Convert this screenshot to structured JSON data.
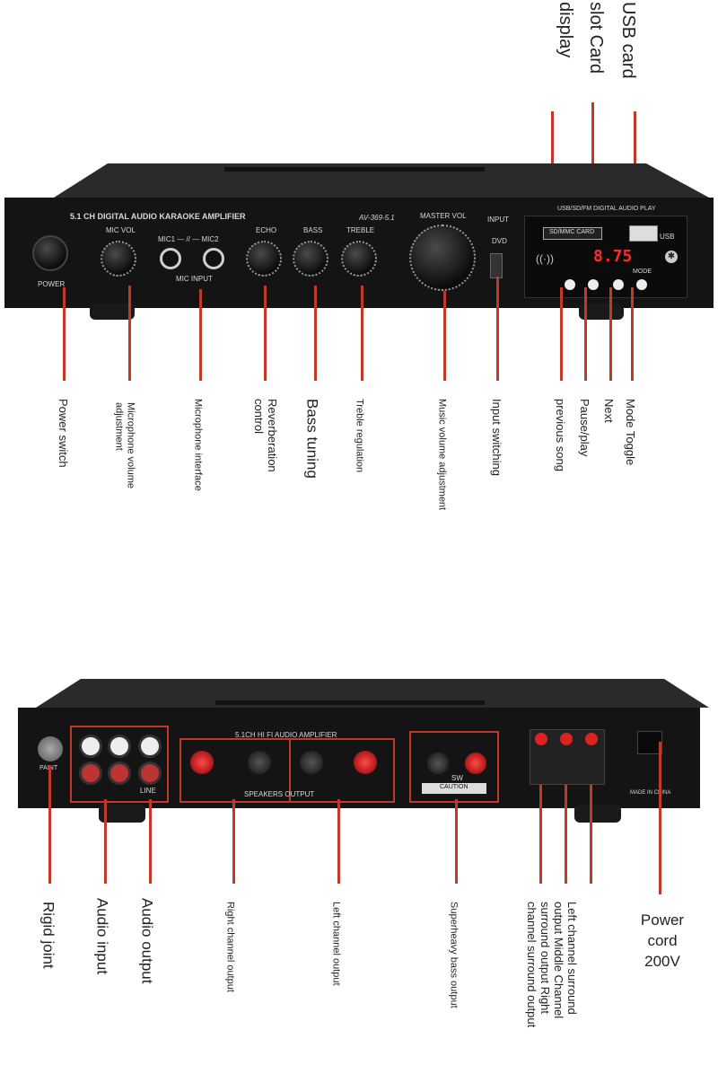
{
  "front": {
    "panel_title": "5.1 CH DIGITAL AUDIO KARAOKE AMPLIFIER",
    "model": "AV-369-5.1",
    "panel_labels": {
      "power": "POWER",
      "mic_vol": "MIC VOL",
      "mic1_mic2": "MIC1 — // — MIC2",
      "mic_input": "MIC INPUT",
      "echo": "ECHO",
      "bass": "BASS",
      "treble": "TREBLE",
      "master_vol": "MASTER VOL",
      "input": "INPUT",
      "dvd": "DVD",
      "usb_card": "USB/SD/FM DIGITAL AUDIO PLAY",
      "card_slot": "SD/MMC CARD",
      "usb": "USB",
      "display_digits": "8.75",
      "mode": "MODE"
    },
    "top_labels": {
      "usb_card": "USB card",
      "slot_card": "slot Card",
      "display": "display"
    },
    "callouts": [
      {
        "id": "power-switch",
        "label": "Power switch"
      },
      {
        "id": "mic-volume",
        "label": "Microphone volume\nadjustment"
      },
      {
        "id": "mic-interface",
        "label": "Microphone interface"
      },
      {
        "id": "reverb",
        "label": "Reverberation\ncontrol"
      },
      {
        "id": "bass",
        "label": "Bass tuning"
      },
      {
        "id": "treble",
        "label": "Treble regulation"
      },
      {
        "id": "music-volume",
        "label": "Music volume adjustment"
      },
      {
        "id": "input-switch",
        "label": "Input switching"
      },
      {
        "id": "previous",
        "label": "previous song"
      },
      {
        "id": "pause",
        "label": "Pause/play"
      },
      {
        "id": "next",
        "label": "Next"
      },
      {
        "id": "mode",
        "label": "Mode Toggle"
      }
    ]
  },
  "rear": {
    "panel_title": "5.1CH HI FI AUDIO AMPLIFIER",
    "panel_labels": {
      "paint": "PAINT",
      "line": "LINE",
      "speakers": "SPEAKERS OUTPUT",
      "sw": "SW",
      "caution": "CAUTION",
      "made_in": "MADE IN CHINA"
    },
    "callouts": [
      {
        "id": "rigid-joint",
        "label": "Rigid joint"
      },
      {
        "id": "audio-input",
        "label": "Audio input"
      },
      {
        "id": "audio-output",
        "label": "Audio output"
      },
      {
        "id": "right-channel",
        "label": "Right channel output"
      },
      {
        "id": "left-channel",
        "label": "Left channel output"
      },
      {
        "id": "superheavy-bass",
        "label": "Superheavy bass output"
      },
      {
        "id": "surround",
        "label": "Left channel surround\noutput Middle Channel\nsurround output Right\nchannel surround output"
      }
    ],
    "power_cord": "Power\ncord\n200V"
  },
  "colors": {
    "accent": "#c0392b",
    "panel": "#141414",
    "text": "#222222"
  }
}
